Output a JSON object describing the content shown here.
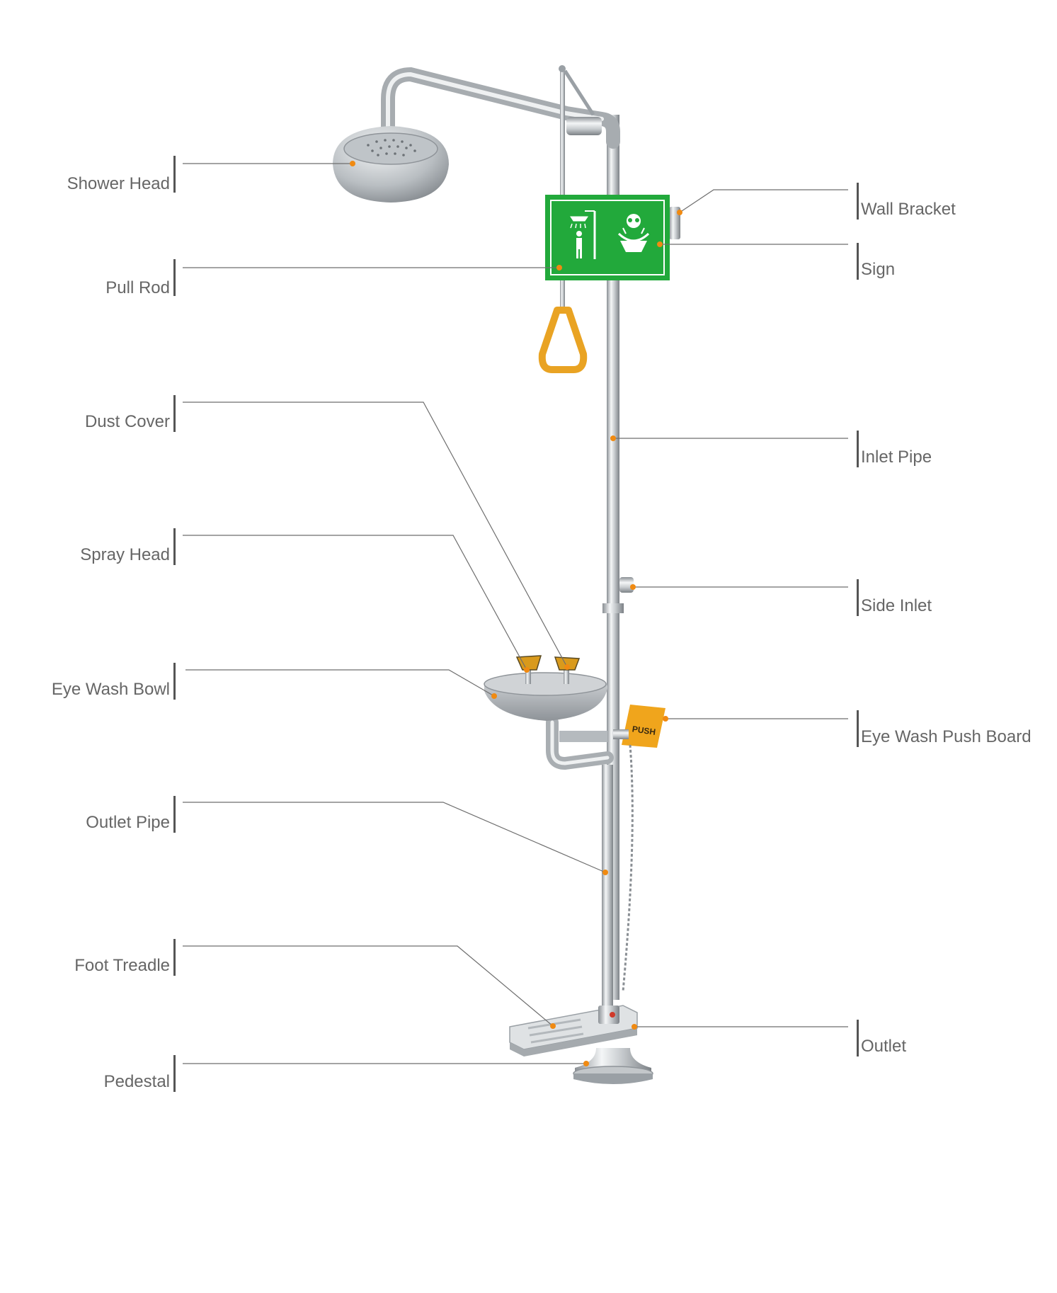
{
  "colors": {
    "accent": "#f08a12",
    "sign_green": "#22a93b",
    "handle_orange": "#e9a323",
    "leader_line": "#6e6e6e",
    "label_text": "#666666"
  },
  "sign": {
    "icons": [
      "safety-shower-icon",
      "eyewash-icon"
    ]
  },
  "labels": {
    "shower_head": "Shower Head",
    "pull_rod": "Pull Rod",
    "dust_cover": "Dust Cover",
    "spray_head": "Spray Head",
    "eye_wash_bowl": "Eye Wash Bowl",
    "outlet_pipe": "Outlet Pipe",
    "foot_treadle": "Foot Treadle",
    "pedestal": "Pedestal",
    "wall_bracket": "Wall Bracket",
    "sign": "Sign",
    "inlet_pipe": "Inlet Pipe",
    "side_inlet": "Side Inlet",
    "eye_wash_push_board": "Eye Wash Push Board",
    "outlet": "Outlet",
    "push_text": "PUSH"
  }
}
